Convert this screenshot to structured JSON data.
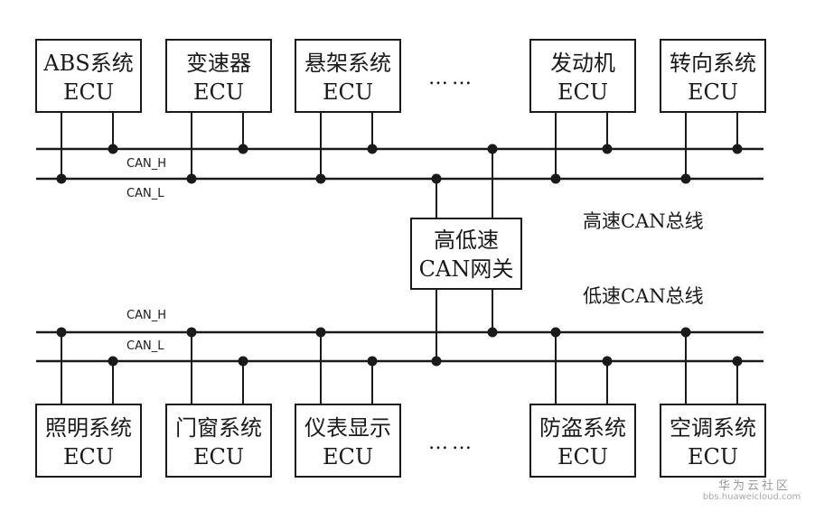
{
  "high_bus": {
    "caption": "高速CAN总线",
    "h_label": "CAN_H",
    "l_label": "CAN_L",
    "ellipsis": "……",
    "nodes": [
      {
        "id": "abs",
        "lines": [
          "ABS系统",
          "ECU"
        ]
      },
      {
        "id": "transmission",
        "lines": [
          "变速器",
          "ECU"
        ]
      },
      {
        "id": "suspension",
        "lines": [
          "悬架系统",
          "ECU"
        ]
      },
      {
        "id": "engine",
        "lines": [
          "发动机",
          "ECU"
        ]
      },
      {
        "id": "steering",
        "lines": [
          "转向系统",
          "ECU"
        ]
      }
    ]
  },
  "low_bus": {
    "caption": "低速CAN总线",
    "h_label": "CAN_H",
    "l_label": "CAN_L",
    "ellipsis": "……",
    "nodes": [
      {
        "id": "lighting",
        "lines": [
          "照明系统",
          "ECU"
        ]
      },
      {
        "id": "door-window",
        "lines": [
          "门窗系统",
          "ECU"
        ]
      },
      {
        "id": "instrument",
        "lines": [
          "仪表显示",
          "ECU"
        ]
      },
      {
        "id": "anti-theft",
        "lines": [
          "防盗系统",
          "ECU"
        ]
      },
      {
        "id": "air-conditioning",
        "lines": [
          "空调系统",
          "ECU"
        ]
      }
    ]
  },
  "gateway": {
    "lines": [
      "高低速",
      "CAN网关"
    ]
  },
  "watermark": {
    "main": "华为云社区",
    "sub": "bbs.huaweicloud.com"
  }
}
